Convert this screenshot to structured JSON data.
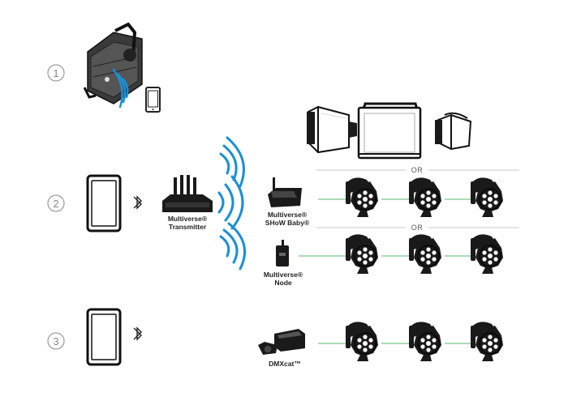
{
  "steps": [
    "1",
    "2",
    "3"
  ],
  "labels": {
    "transmitter": [
      "Multiverse®",
      "Transmitter"
    ],
    "show_baby": [
      "Multiverse®",
      "SHoW Baby®"
    ],
    "node": [
      "Multiverse®",
      "Node"
    ],
    "dmxcat": "DMXcat™"
  },
  "separators": [
    "OR",
    "OR"
  ],
  "colors": {
    "wave": "#1a8fd6",
    "dmx_line": "#8fd19e",
    "device": "#1a1a1a",
    "separator": "#c8c8c8",
    "circle": "#999999"
  },
  "icons": {
    "bluetooth": "bluetooth-icon",
    "tablet": "tablet-icon",
    "phone": "smartphone-icon"
  }
}
